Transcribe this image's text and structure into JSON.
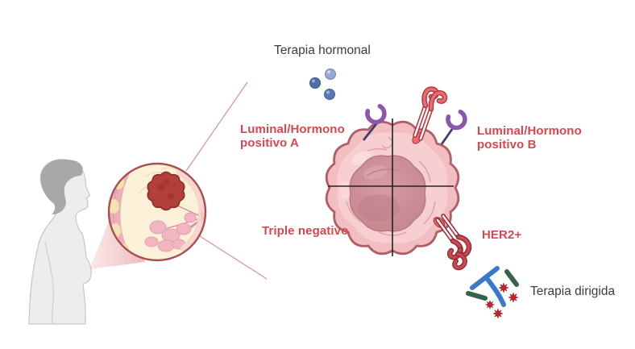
{
  "figure": {
    "therapy_top_label": "Terapia hormonal",
    "therapy_bottom_label": "Terapia dirigida",
    "subtypes": {
      "luminal_a": {
        "line1": "Luminal/Hormono",
        "line2": "positivo A"
      },
      "luminal_b": {
        "line1": "Luminal/Hormono",
        "line2": "positivo B"
      },
      "triple_negative": "Triple negativo",
      "her2": "HER2+"
    },
    "colors": {
      "label_red": "#d7474e",
      "label_dark": "#3c3c3c",
      "cell_fill": "#f2bec1",
      "cell_inner": "#f7cfd0",
      "cell_stroke": "#b05f66",
      "nucleus_fill": "#cd8e95",
      "receptor_purple": "#8a56ae",
      "receptor_stem_navy": "#3f3e70",
      "receptor_salmon": "#ee6a72",
      "receptor_dark_red": "#c84850",
      "hormone_blue": "#4c6fab",
      "antibody_blue": "#3a79c9",
      "antibody_green": "#35624a",
      "drug_burst_red": "#c8202c",
      "zoom_line": "#d8918c",
      "magnifier_stroke": "#a94e52",
      "tumor_red": "#b23f38",
      "silhouette_gray": "#ededee",
      "hair_gray": "#a8a8a8"
    }
  }
}
